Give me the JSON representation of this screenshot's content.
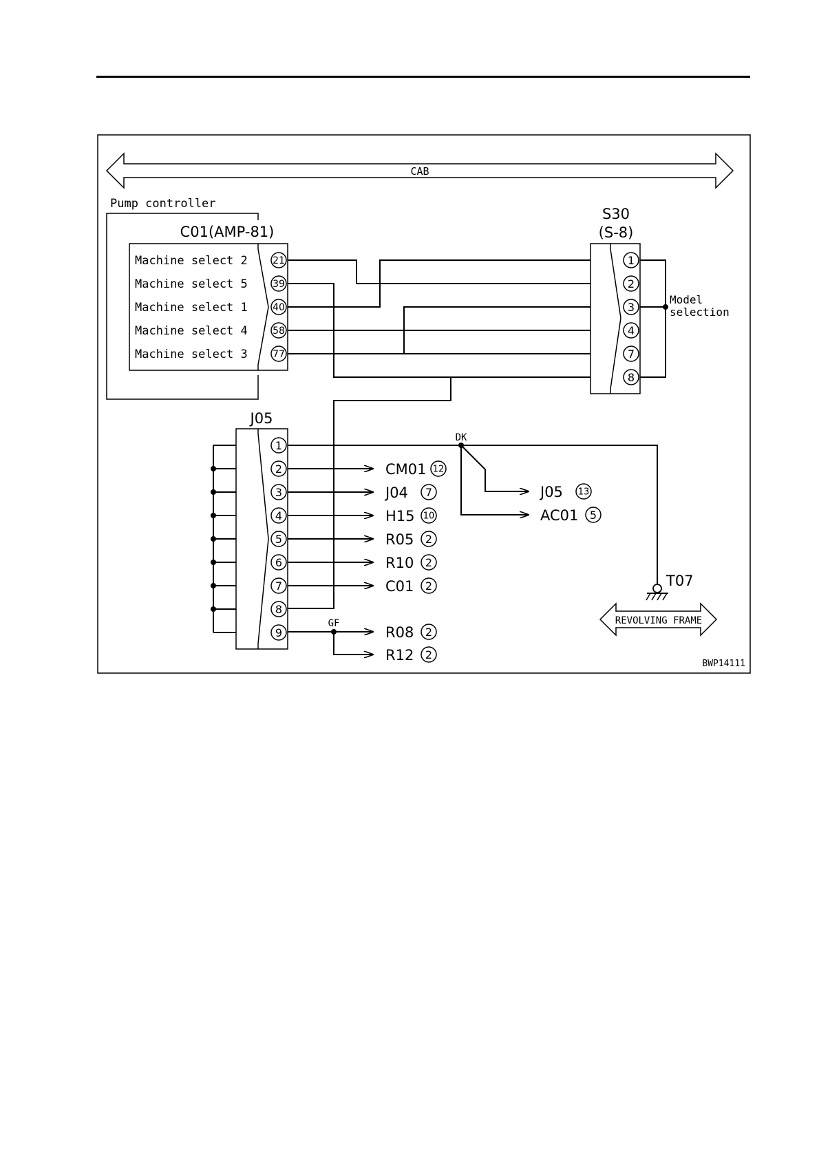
{
  "zone_top": "CAB",
  "zone_bottom": "REVOLVING FRAME",
  "controller_label": "Pump controller",
  "figure_code": "BWP14111",
  "c01": {
    "title": "C01(AMP-81)",
    "pins": [
      {
        "pin": "21",
        "label": "Machine select 2"
      },
      {
        "pin": "39",
        "label": "Machine select 5"
      },
      {
        "pin": "40",
        "label": "Machine select 1"
      },
      {
        "pin": "58",
        "label": "Machine select 4"
      },
      {
        "pin": "77",
        "label": "Machine select 3"
      }
    ]
  },
  "s30": {
    "title": "S30",
    "subtitle": "(S-8)",
    "pins": [
      "1",
      "2",
      "3",
      "4",
      "7",
      "8"
    ],
    "note_line1": "Model",
    "note_line2": "selection"
  },
  "j05": {
    "title": "J05",
    "pins": [
      "1",
      "2",
      "3",
      "4",
      "5",
      "6",
      "7",
      "8",
      "9"
    ]
  },
  "j05_outputs": [
    {
      "name": "CM01",
      "pin": "12"
    },
    {
      "name": "J04",
      "pin": "7"
    },
    {
      "name": "H15",
      "pin": "10"
    },
    {
      "name": "R05",
      "pin": "2"
    },
    {
      "name": "R10",
      "pin": "2"
    },
    {
      "name": "C01",
      "pin": "2"
    }
  ],
  "splice_dk": {
    "label": "DK",
    "outputs": [
      {
        "name": "J05",
        "pin": "13"
      },
      {
        "name": "AC01",
        "pin": "5"
      }
    ]
  },
  "splice_gf": {
    "label": "GF",
    "outputs": [
      {
        "name": "R08",
        "pin": "2"
      },
      {
        "name": "R12",
        "pin": "2"
      }
    ]
  },
  "ground": {
    "label": "T07"
  }
}
